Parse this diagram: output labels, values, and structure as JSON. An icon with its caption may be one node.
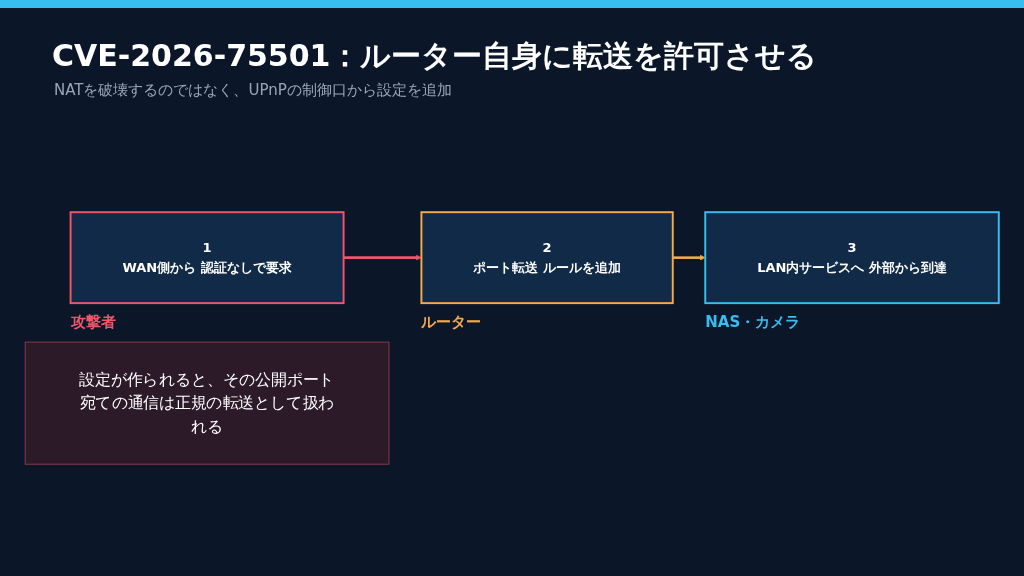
{
  "diagram": {
    "title": "CVE-2026-75501：ルーター自身に転送を許可させる",
    "labels": [
      "NATを破壊するのではなく、UPnPの制御口から設定を追加"
    ],
    "nodes": [
      {
        "text": [
          "1",
          "WAN側から 認証なしで要求"
        ],
        "beside": [
          "攻撃者"
        ]
      },
      {
        "text": [
          "2",
          "ポート転送 ルールを追加"
        ],
        "beside": [
          "ルーター"
        ]
      },
      {
        "text": [
          "3",
          "LAN内サービスへ 外部から到達"
        ],
        "beside": [
          "NAS・カメラ"
        ]
      },
      {
        "text": [
          "設定が作られると、その公開ポート宛ての通信は正規の転送として扱われる"
        ]
      }
    ],
    "edges": [
      {
        "from": 0,
        "to": 1,
        "arrow": "to",
        "color": "#f0566a"
      },
      {
        "from": 1,
        "to": 2,
        "arrow": "to",
        "color": "#f5a94a"
      }
    ]
  }
}
